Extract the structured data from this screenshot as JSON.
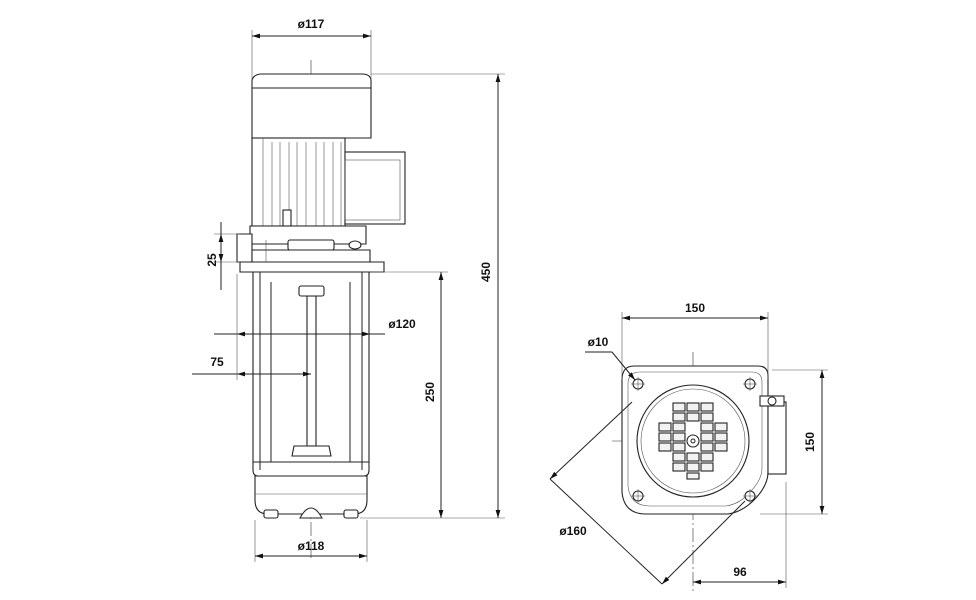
{
  "side_view": {
    "dim_motor_diameter": "ø117",
    "dim_total_height": "450",
    "dim_flange_thickness": "25",
    "dim_tank_diameter": "ø120",
    "dim_offset": "75",
    "dim_immersion_depth": "250",
    "dim_base_diameter": "ø118"
  },
  "top_view": {
    "dim_width": "150",
    "dim_hole_diameter": "ø10",
    "dim_height": "150",
    "dim_bolt_circle": "ø160",
    "dim_outlet_offset": "96"
  }
}
